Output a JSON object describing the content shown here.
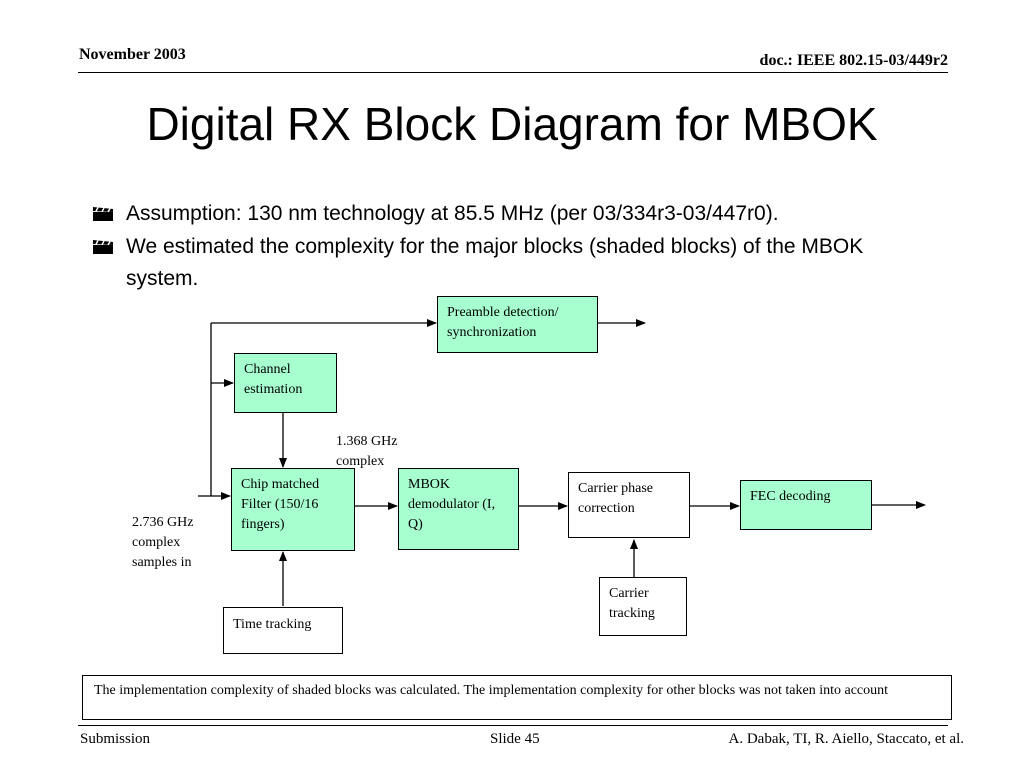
{
  "header": {
    "date": "November 2003",
    "doc_id": "doc.: IEEE 802.15-03/449r2"
  },
  "title": "Digital RX Block Diagram for MBOK",
  "bullets": [
    "Assumption: 130 nm technology at 85.5 MHz (per 03/334r3-03/447r0).",
    "We estimated the complexity for the major blocks (shaded blocks) of the MBOK system."
  ],
  "blocks": {
    "preamble": "Preamble detection/ synchronization",
    "channel_est": "Channel estimation",
    "chip_filter": "Chip matched Filter (150/16 fingers)",
    "mbok_demod": "MBOK demodulator (I, Q)",
    "carrier_phase": "Carrier phase correction",
    "fec": "FEC decoding",
    "carrier_tracking": "Carrier tracking",
    "time_tracking": "Time tracking"
  },
  "labels": {
    "rate_complex": "1.368 GHz complex",
    "input": "2.736 GHz complex samples in"
  },
  "shade_color": "#a7ffd0",
  "footnote": "The implementation complexity of shaded blocks was calculated. The implementation complexity for other blocks was not taken into account",
  "footer": {
    "left": "Submission",
    "center": "Slide 45",
    "right": "A. Dabak, TI, R. Aiello, Staccato, et al."
  }
}
